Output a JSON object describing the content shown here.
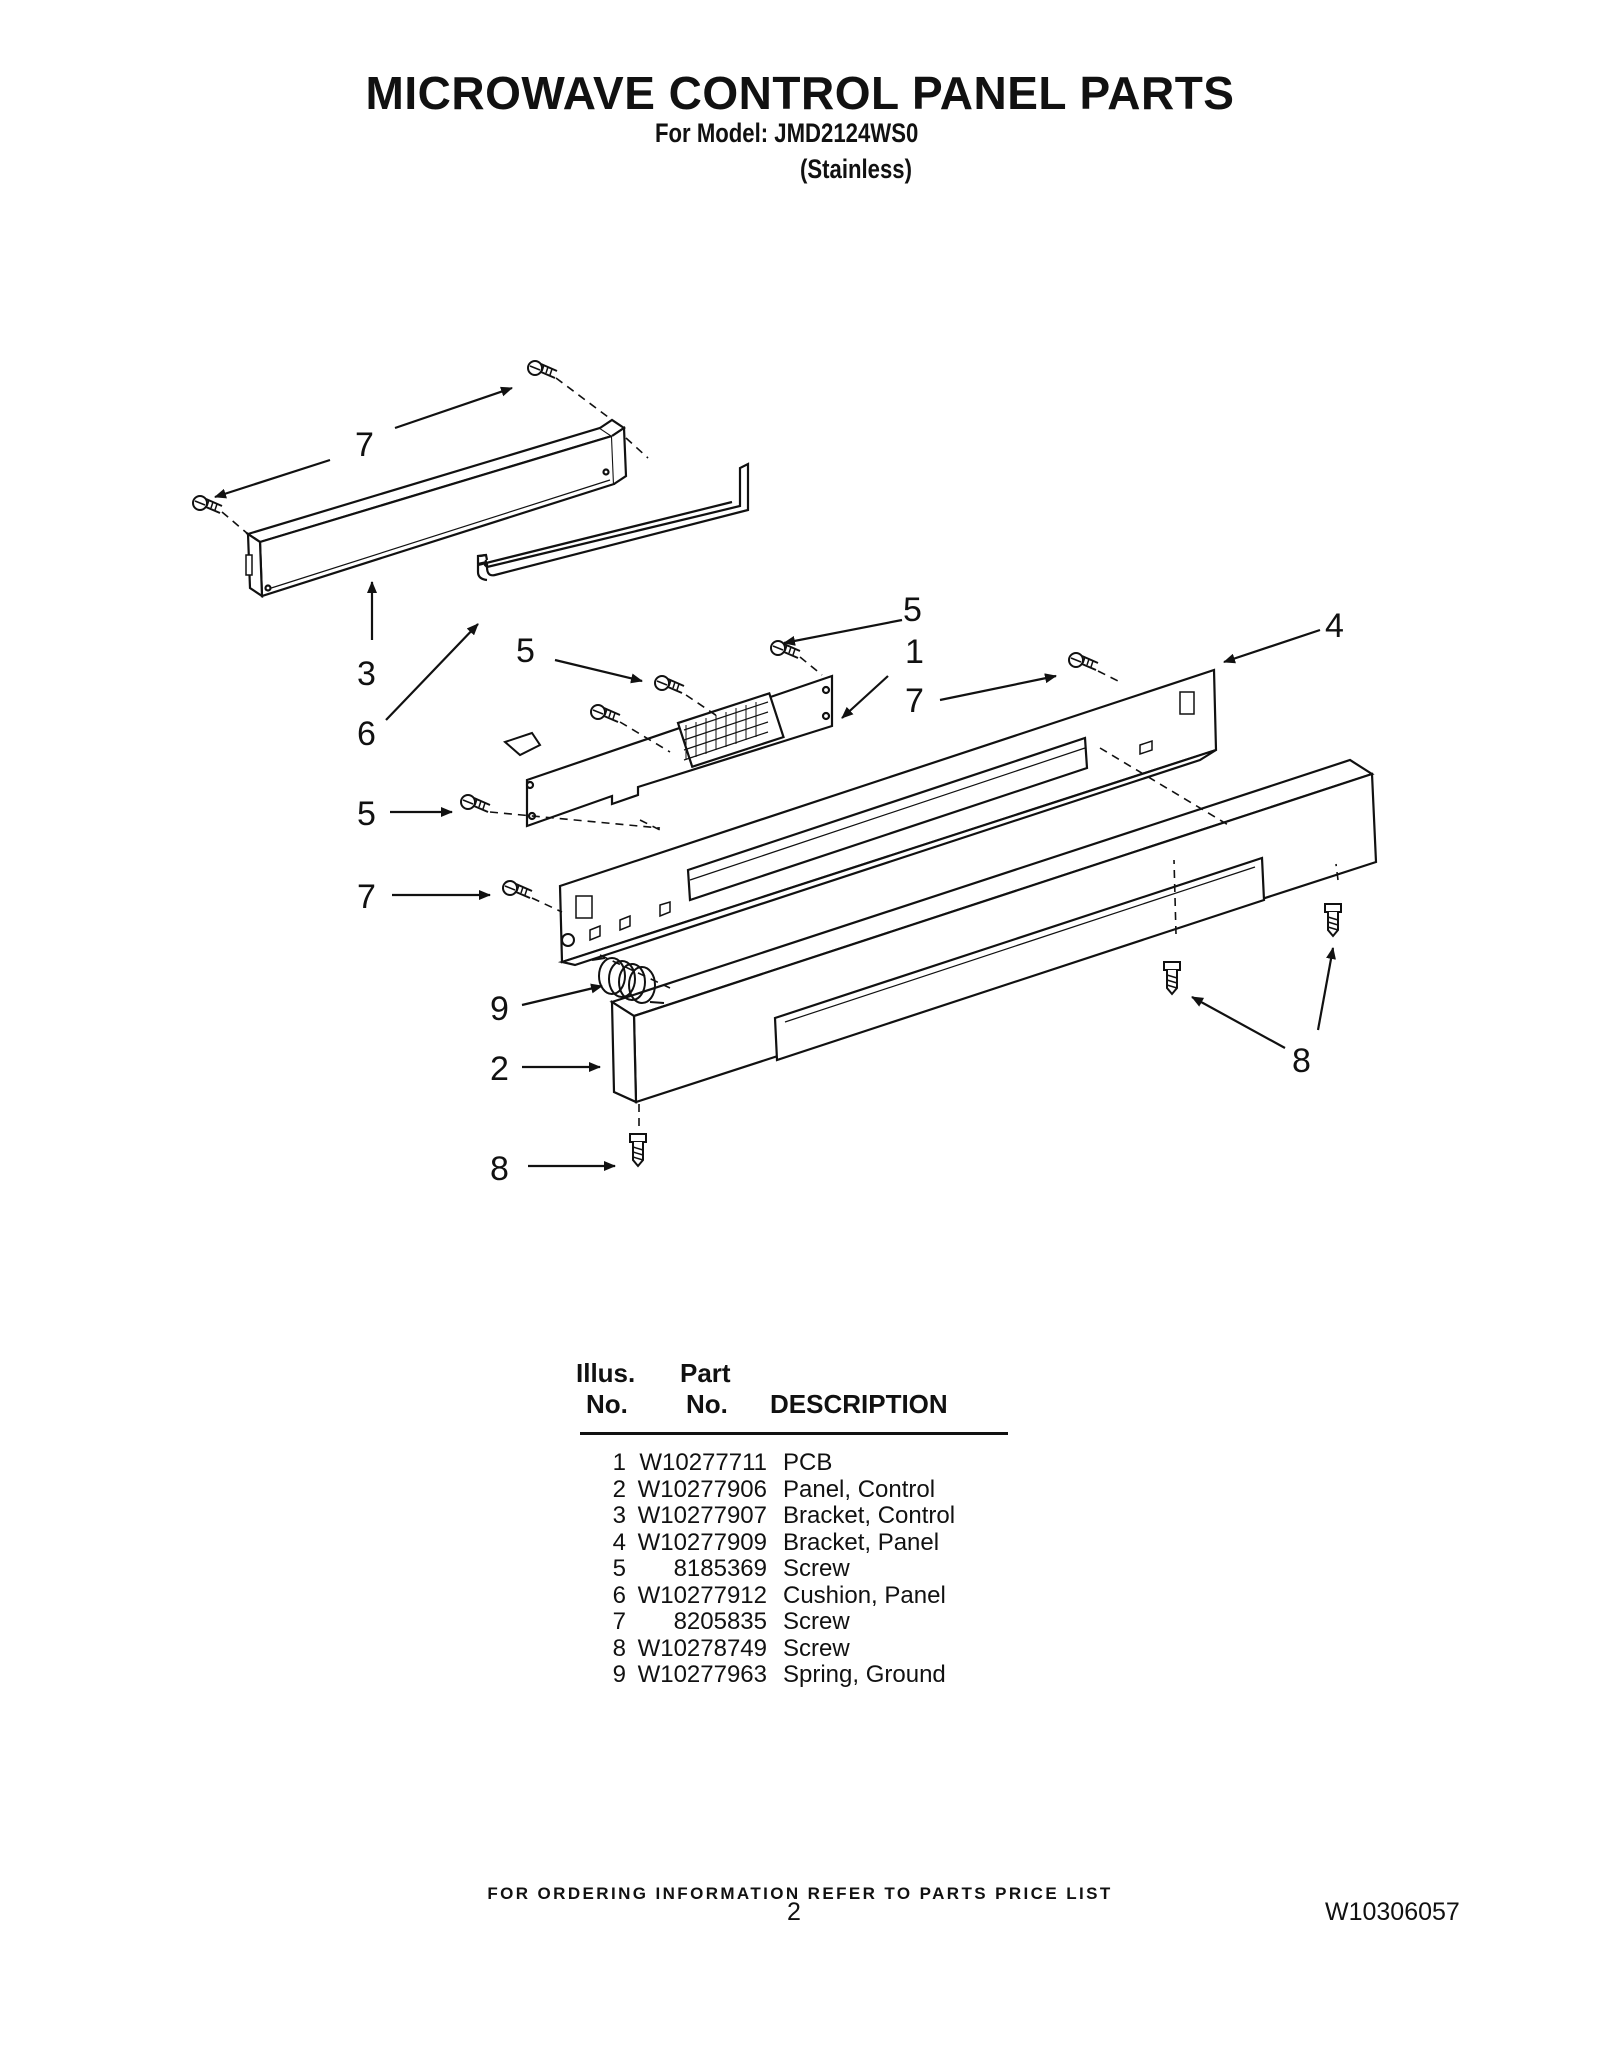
{
  "header": {
    "title": "MICROWAVE CONTROL PANEL PARTS",
    "model_line": "For Model: JMD2124WS0",
    "variant": "(Stainless)"
  },
  "diagram": {
    "callouts": [
      {
        "id": "c7a",
        "label": "7"
      },
      {
        "id": "c3",
        "label": "3"
      },
      {
        "id": "c6",
        "label": "6"
      },
      {
        "id": "c5a",
        "label": "5"
      },
      {
        "id": "c5b",
        "label": "5"
      },
      {
        "id": "c1",
        "label": "1"
      },
      {
        "id": "c7b",
        "label": "7"
      },
      {
        "id": "c4",
        "label": "4"
      },
      {
        "id": "c5c",
        "label": "5"
      },
      {
        "id": "c7c",
        "label": "7"
      },
      {
        "id": "c9",
        "label": "9"
      },
      {
        "id": "c2",
        "label": "2"
      },
      {
        "id": "c8a",
        "label": "8"
      },
      {
        "id": "c8b",
        "label": "8"
      }
    ]
  },
  "parts_table": {
    "headers": {
      "illus_line1": "Illus.",
      "illus_line2": "No.",
      "part_line1": "Part",
      "part_line2": "No.",
      "description": "DESCRIPTION"
    },
    "rows": [
      {
        "illus": "1",
        "part": "W10277711",
        "description": "PCB"
      },
      {
        "illus": "2",
        "part": "W10277906",
        "description": "Panel, Control"
      },
      {
        "illus": "3",
        "part": "W10277907",
        "description": "Bracket, Control"
      },
      {
        "illus": "4",
        "part": "W10277909",
        "description": "Bracket, Panel"
      },
      {
        "illus": "5",
        "part": "8185369",
        "description": "Screw"
      },
      {
        "illus": "6",
        "part": "W10277912",
        "description": "Cushion, Panel"
      },
      {
        "illus": "7",
        "part": "8205835",
        "description": "Screw"
      },
      {
        "illus": "8",
        "part": "W10278749",
        "description": "Screw"
      },
      {
        "illus": "9",
        "part": "W10277963",
        "description": "Spring, Ground"
      }
    ]
  },
  "footer": {
    "ordering_note": "FOR ORDERING INFORMATION REFER TO PARTS PRICE LIST",
    "page_number": "2",
    "document_number": "W10306057"
  }
}
